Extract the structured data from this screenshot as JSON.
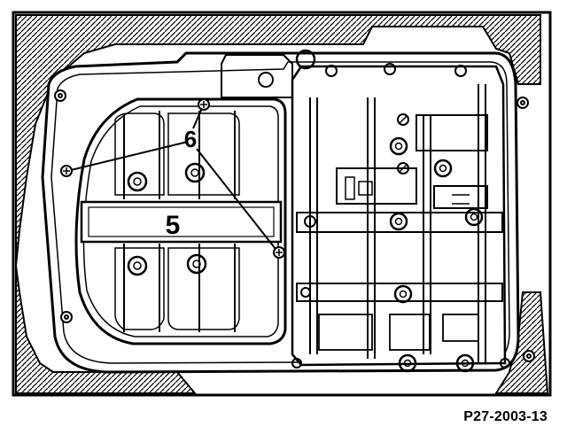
{
  "figure": {
    "code": "P27-2003-13",
    "callouts": [
      {
        "label": "6",
        "part": "screws"
      },
      {
        "label": "5",
        "part": "filter"
      }
    ]
  },
  "colors": {
    "ink": "#000000",
    "paper": "#ffffff"
  }
}
